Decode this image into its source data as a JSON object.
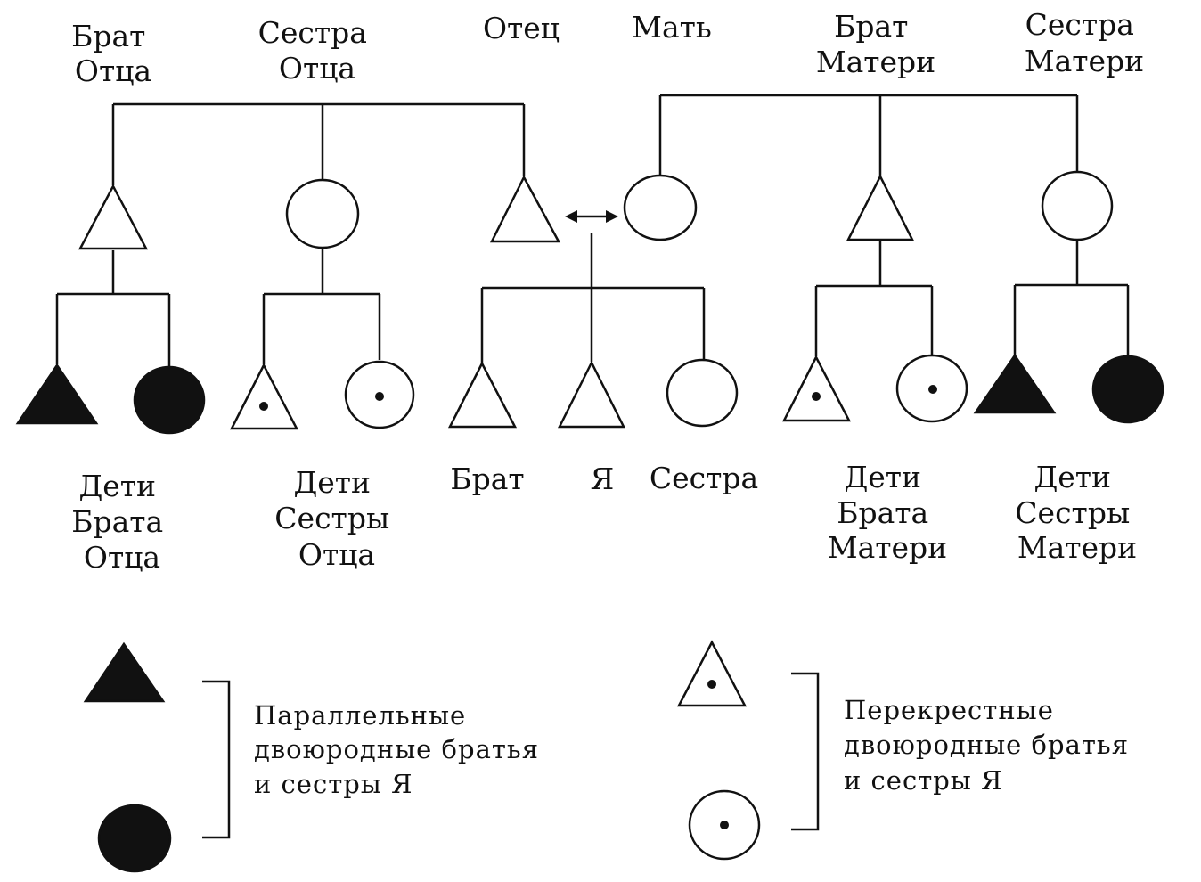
{
  "labels": {
    "father_brother": [
      "Брат",
      "Отца"
    ],
    "father_sister": [
      "Сестра",
      "Отца"
    ],
    "father": [
      "Отец"
    ],
    "mother": [
      "Мать"
    ],
    "mother_brother": [
      "Брат",
      "Матери"
    ],
    "mother_sister": [
      "Сестра",
      "Матери"
    ],
    "kids_father_brother": [
      "Дети",
      "Брата",
      "Отца"
    ],
    "kids_father_sister": [
      "Дети",
      "Сестры",
      "Отца"
    ],
    "brother": [
      "Брат"
    ],
    "self": [
      "Я"
    ],
    "sister": [
      "Сестра"
    ],
    "kids_mother_brother": [
      "Дети",
      "Брата",
      "Матери"
    ],
    "kids_mother_sister": [
      "Дети",
      "Сестры",
      "Матери"
    ]
  },
  "legend": {
    "parallel": [
      "Параллельные",
      "двоюродные братья",
      "и сестры Я"
    ],
    "cross": [
      "Перекрестные",
      "двоюродные братья",
      "и сестры Я"
    ]
  }
}
